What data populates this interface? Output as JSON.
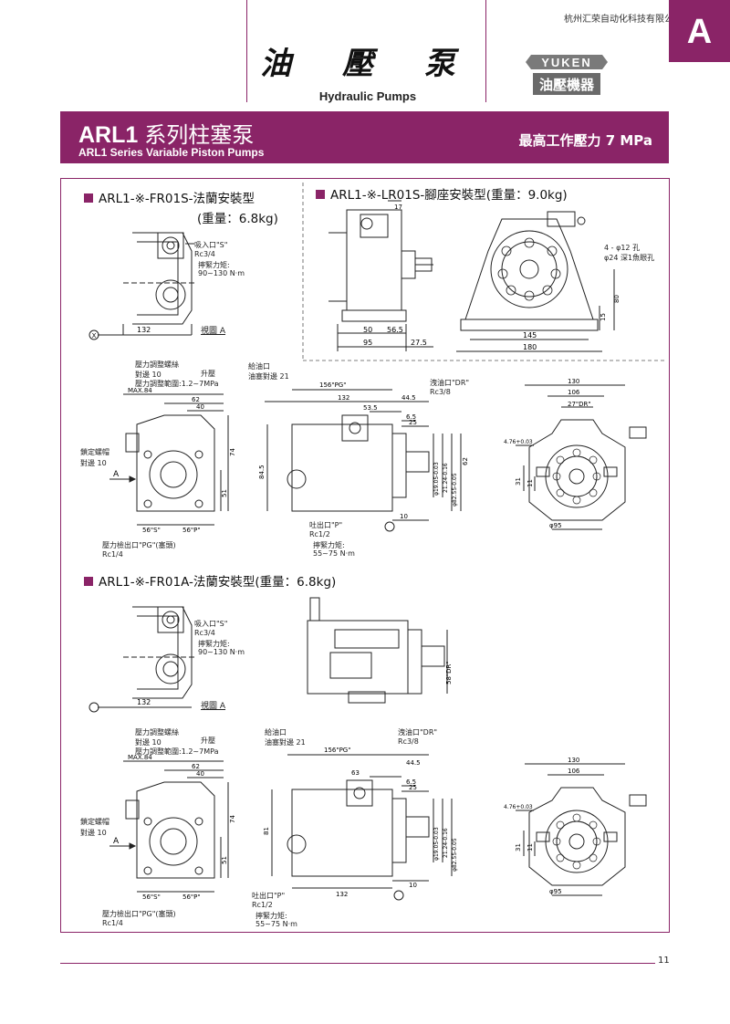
{
  "header": {
    "company": "杭州汇荣自动化科技有限公司",
    "tab_letter": "A",
    "title_cn": "油 壓 泵",
    "title_en": "Hydraulic Pumps",
    "logo": {
      "brand": "YUKEN",
      "cn": "油壓機器"
    }
  },
  "band": {
    "title_prefix": "ARL1",
    "title_cn": "系列柱塞泵",
    "subtitle": "ARL1 Series Variable Piston Pumps",
    "pressure": "最高工作壓力  7 MPa"
  },
  "sections": {
    "fr01s": {
      "title": "ARL1-※-FR01S-法蘭安裝型",
      "weight": "(重量：6.8kg)"
    },
    "lr01s": {
      "title": "ARL1-※-LR01S-腳座安裝型(重量：9.0kg)"
    },
    "fr01a": {
      "title": "ARL1-※-FR01A-法蘭安裝型(重量：6.8kg)"
    }
  },
  "labels": {
    "suction_port": "吸入口\"S\"",
    "suction_rc": "Rc3/4",
    "suction_torque": "擰緊力矩:",
    "suction_torque_val": "90~130 N·m",
    "view_a": "視圖 A",
    "dim_132": "132",
    "x_mark": "X",
    "pressure_screw": "壓力調整螺絲",
    "opp_side_10": "對邊 10",
    "pressure_range": "壓力調整範圍:1.2~7MPa",
    "rise": "升壓",
    "max84": "MAX.84",
    "dim_62": "62",
    "dim_40": "40",
    "dim_74": "74",
    "dim_51": "51",
    "lock_nut": "鎖定螺帽",
    "lock_opp": "對邊 10",
    "arrow_a": "A",
    "s56": "56\"S\"",
    "p56": "56\"P\"",
    "pg_port": "壓力檢出口\"PG\"(塞頭)",
    "pg_rc": "Rc1/4",
    "oil_fill": "給油口",
    "plug_opp21": "油塞對邊 21",
    "dim_156pg": "156\"PG\"",
    "dim_53_5": "53.5",
    "dim_44_5": "44.5",
    "dim_6_5": "6.5",
    "dim_25": "25",
    "drain_port": "洩油口\"DR\"",
    "drain_rc": "Rc3/8",
    "dim_84_5": "84.5",
    "dim_81": "81",
    "dim_63": "63",
    "shaft_19": "φ19.05-0.03",
    "shaft_21": "21.24-0.16",
    "shaft_82": "φ82.55-0.05",
    "dim_62v": "62",
    "dim_10": "10",
    "discharge": "吐出口\"P\"",
    "discharge_rc": "Rc1/2",
    "discharge_torque": "擰緊力矩:",
    "discharge_torque_val": "55~75 N·m",
    "dim_130": "130",
    "dim_106": "106",
    "dim_27dr": "27\"DR\"",
    "key_476": "4.76+0.03",
    "dim_31": "31",
    "dim_11": "11",
    "dia95": "φ95",
    "dim_17": "17",
    "holes": "4 - φ12 孔",
    "counterbore": "φ24 深1魚眼孔",
    "dim_15": "15",
    "dim_80": "80",
    "dim_50": "50",
    "dim_56_5": "56.5",
    "dim_95": "95",
    "dim_27_5": "27.5",
    "dim_145": "145",
    "dim_180": "180",
    "dim_58dr": "58\"DR\""
  },
  "footer": {
    "page": "11"
  },
  "colors": {
    "brand": "#8a2467",
    "line": "#222222"
  }
}
